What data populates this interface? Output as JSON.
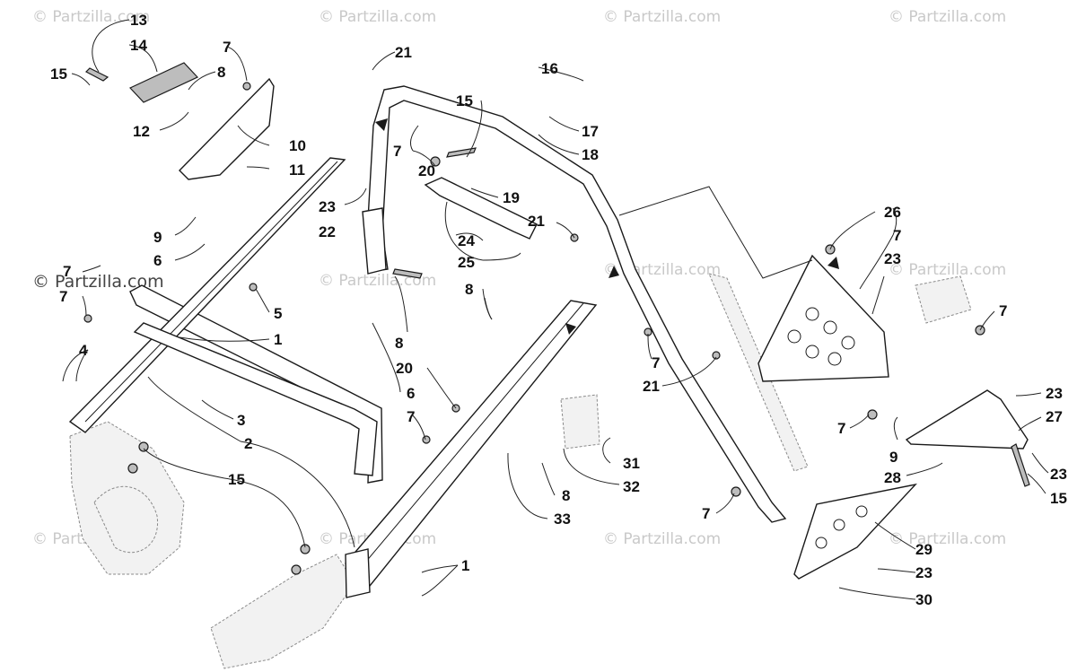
{
  "watermark": {
    "text": "© Partzilla.com",
    "prominent_text": "© Partzilla.com"
  },
  "callouts": [
    {
      "id": "c13a",
      "text": "13"
    },
    {
      "id": "c14a",
      "text": "14"
    },
    {
      "id": "c15a",
      "text": "15"
    },
    {
      "id": "c7a",
      "text": "7"
    },
    {
      "id": "c8a",
      "text": "8"
    },
    {
      "id": "c12a",
      "text": "12"
    },
    {
      "id": "c10a",
      "text": "10"
    },
    {
      "id": "c11a",
      "text": "11"
    },
    {
      "id": "c21a",
      "text": "21"
    },
    {
      "id": "c15b",
      "text": "15"
    },
    {
      "id": "c7b",
      "text": "7"
    },
    {
      "id": "c20a",
      "text": "20"
    },
    {
      "id": "c19a",
      "text": "19"
    },
    {
      "id": "c21b",
      "text": "21"
    },
    {
      "id": "c16a",
      "text": "16"
    },
    {
      "id": "c17a",
      "text": "17"
    },
    {
      "id": "c18a",
      "text": "18"
    },
    {
      "id": "c23a",
      "text": "23"
    },
    {
      "id": "c22a",
      "text": "22"
    },
    {
      "id": "c24a",
      "text": "24"
    },
    {
      "id": "c25a",
      "text": "25"
    },
    {
      "id": "c8b",
      "text": "8"
    },
    {
      "id": "c9a",
      "text": "9"
    },
    {
      "id": "c6a",
      "text": "6"
    },
    {
      "id": "c7c",
      "text": "7"
    },
    {
      "id": "c7d",
      "text": "7"
    },
    {
      "id": "c5a",
      "text": "5"
    },
    {
      "id": "c1a",
      "text": "1"
    },
    {
      "id": "c4a",
      "text": "4"
    },
    {
      "id": "c3a",
      "text": "3"
    },
    {
      "id": "c2a",
      "text": "2"
    },
    {
      "id": "c15c",
      "text": "15"
    },
    {
      "id": "c8c",
      "text": "8"
    },
    {
      "id": "c20b",
      "text": "20"
    },
    {
      "id": "c6b",
      "text": "6"
    },
    {
      "id": "c7e",
      "text": "7"
    },
    {
      "id": "c31a",
      "text": "31"
    },
    {
      "id": "c32a",
      "text": "32"
    },
    {
      "id": "c8d",
      "text": "8"
    },
    {
      "id": "c33a",
      "text": "33"
    },
    {
      "id": "c1b",
      "text": "1"
    },
    {
      "id": "c26a",
      "text": "26"
    },
    {
      "id": "c7f",
      "text": "7"
    },
    {
      "id": "c23b",
      "text": "23"
    },
    {
      "id": "c7g",
      "text": "7"
    },
    {
      "id": "c7h",
      "text": "7"
    },
    {
      "id": "c21c",
      "text": "21"
    },
    {
      "id": "c23c",
      "text": "23"
    },
    {
      "id": "c7i",
      "text": "7"
    },
    {
      "id": "c27a",
      "text": "27"
    },
    {
      "id": "c9b",
      "text": "9"
    },
    {
      "id": "c23d",
      "text": "23"
    },
    {
      "id": "c28a",
      "text": "28"
    },
    {
      "id": "c15d",
      "text": "15"
    },
    {
      "id": "c7j",
      "text": "7"
    },
    {
      "id": "c29a",
      "text": "29"
    },
    {
      "id": "c23e",
      "text": "23"
    },
    {
      "id": "c30a",
      "text": "30"
    }
  ]
}
